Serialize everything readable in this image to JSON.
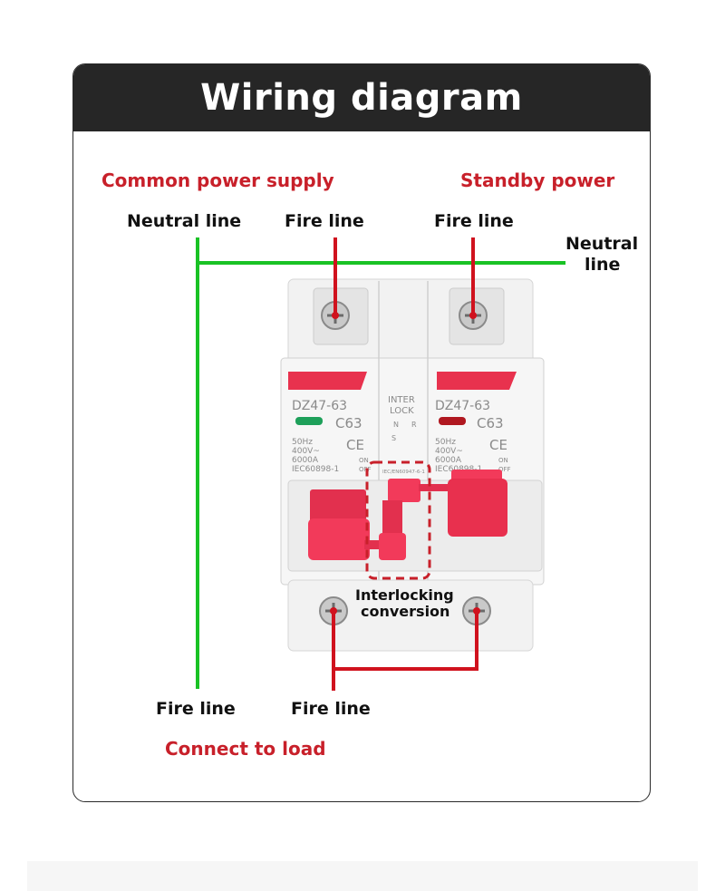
{
  "header": {
    "title": "Wiring diagram"
  },
  "labels": {
    "common_power_supply": "Common power supply",
    "standby_power": "Standby power",
    "neutral_line_left": "Neutral line",
    "fire_line_top_left": "Fire line",
    "fire_line_top_right": "Fire line",
    "neutral_line_right_1": "Neutral",
    "neutral_line_right_2": "line",
    "fire_line_bottom_left": "Fire line",
    "fire_line_bottom_center": "Fire line",
    "connect_to_load": "Connect to load",
    "interlocking_1": "Interlocking",
    "interlocking_2": "conversion"
  },
  "device": {
    "left_module": {
      "model": "DZ47-63",
      "rating": "C63",
      "specs": [
        "50Hz",
        "400V~",
        "6000A",
        "IEC60898-1"
      ],
      "mark": "CE",
      "on_label": "ON",
      "off_label": "OFF"
    },
    "right_module": {
      "model": "DZ47-63",
      "rating": "C63",
      "specs": [
        "50Hz",
        "400V~",
        "6000A",
        "IEC60898-1"
      ],
      "mark": "CE",
      "on_label": "ON",
      "off_label": "OFF"
    },
    "interlock": {
      "line1": "INTER",
      "line2": "LOCK",
      "n": "N",
      "r": "R",
      "s": "S",
      "std": "IEC/EN60947-6-1"
    }
  },
  "colors": {
    "header_bg": "#262626",
    "label_red": "#c8202a",
    "neutral_green": "#19c225",
    "fire_red": "#d0121e",
    "handle_red": "#f03a5a"
  }
}
